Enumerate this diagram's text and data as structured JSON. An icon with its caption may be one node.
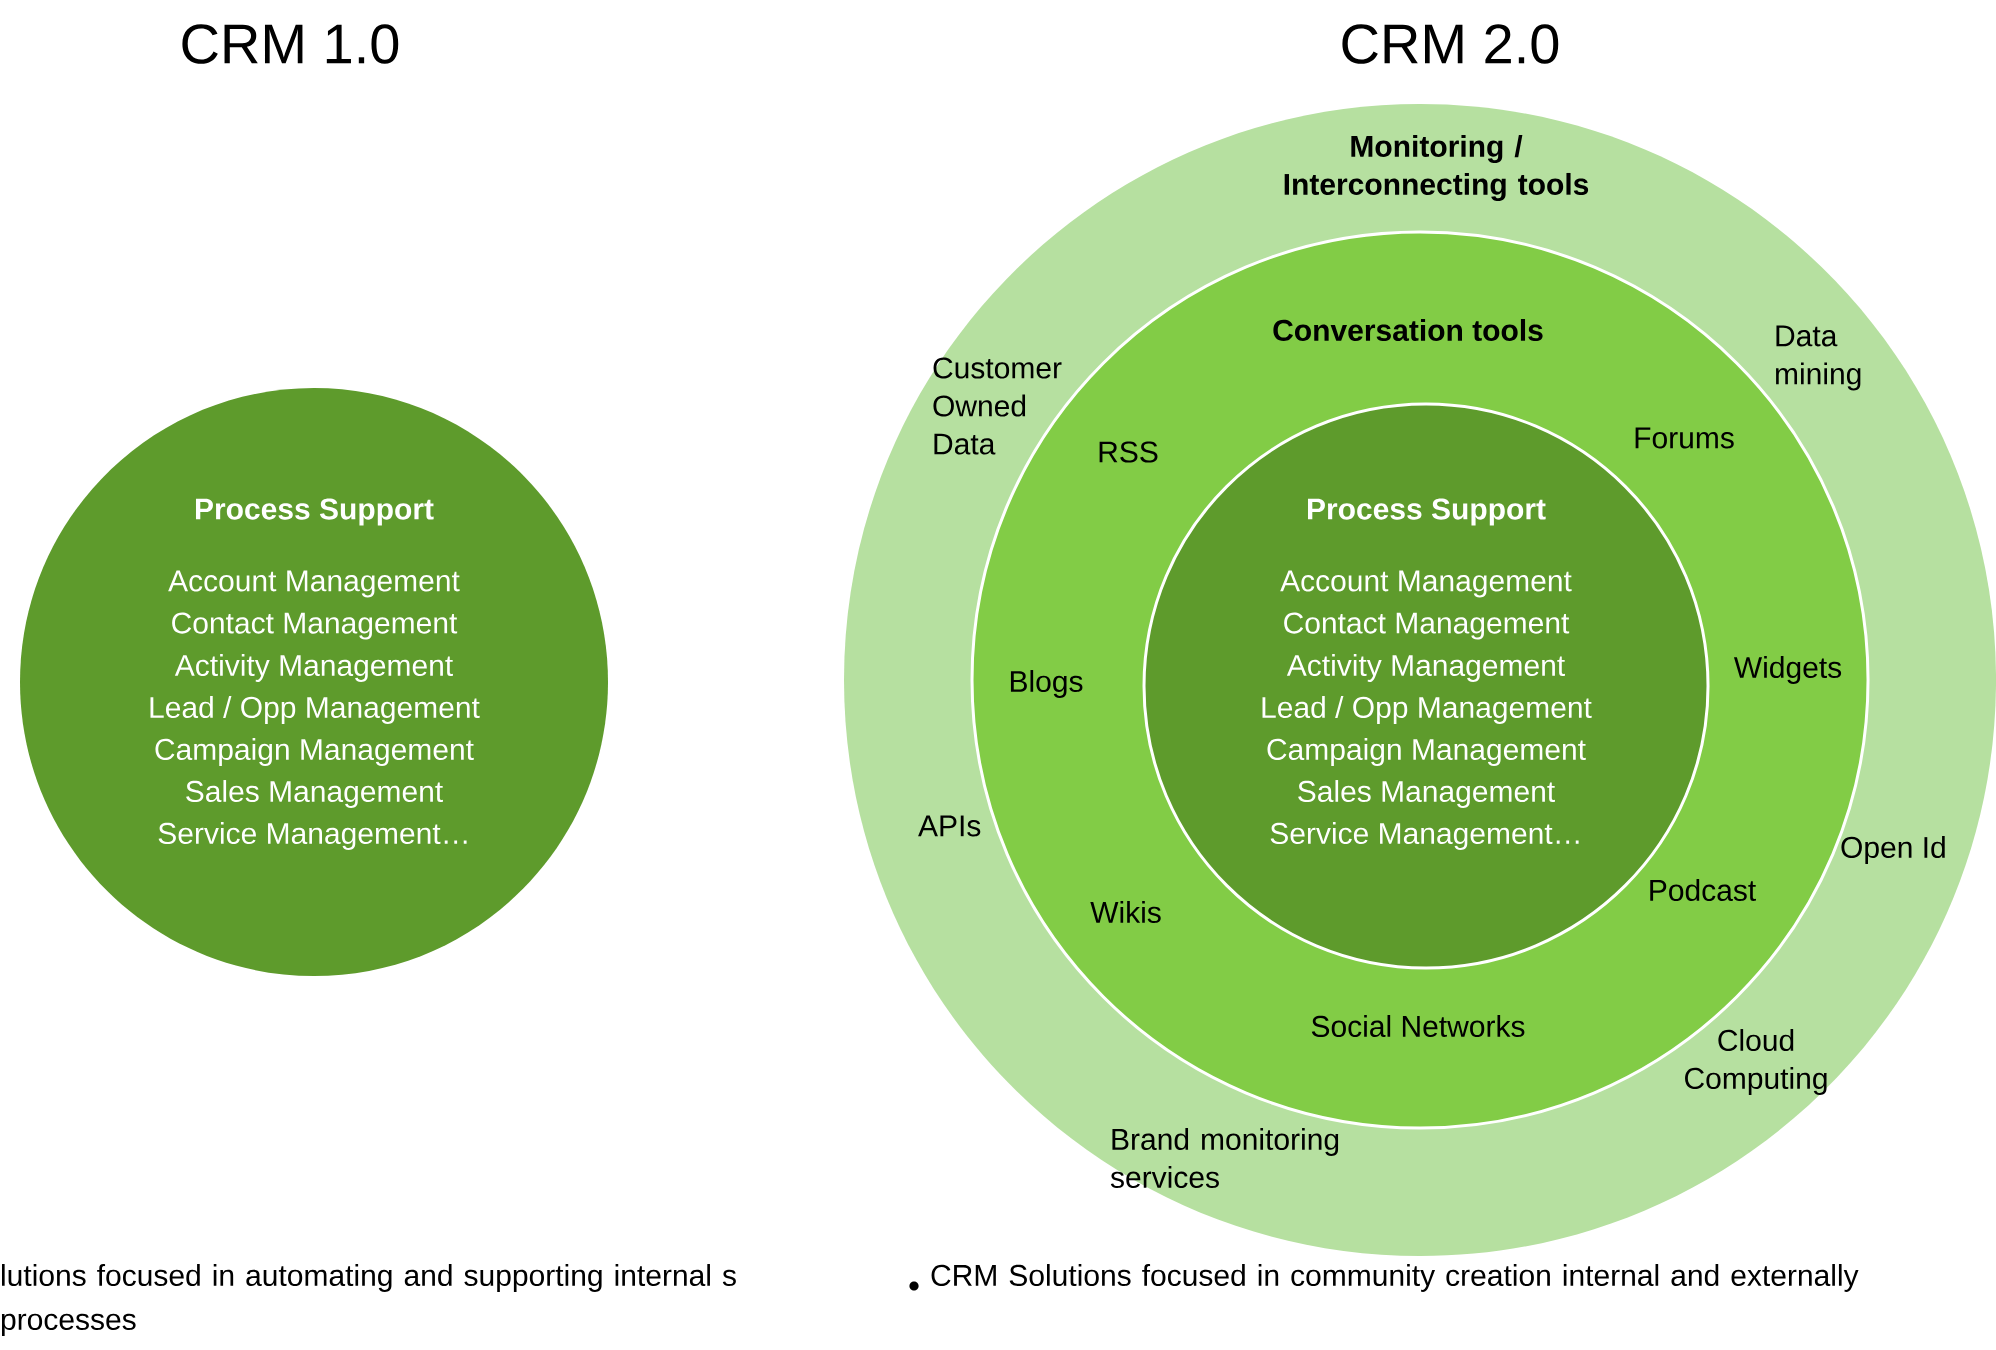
{
  "diagram": {
    "nodes": [
      {
        "text": [
          "Process Support",
          "Account Management",
          "Contact Management",
          "Activity Management",
          "Lead / Opp Management",
          "Campaign Management",
          "Sales Management",
          "Service Management…"
        ]
      },
      {
        "text": [
          "Monitoring / Interconnecting tools",
          "Customer Owned Data",
          "Data mining",
          "APIs",
          "Open Id",
          "Cloud Computing",
          "Brand monitoring services"
        ]
      },
      {
        "text": [
          "Conversation tools",
          "RSS",
          "Forums",
          "Blogs",
          "Widgets",
          "Wikis",
          "Podcast",
          "Social Networks"
        ],
        "in": 1
      },
      {
        "text": [
          "Process Support",
          "Account Management",
          "Contact Management",
          "Activity Management",
          "Lead / Opp Management",
          "Campaign Management",
          "Sales Management",
          "Service Management…"
        ],
        "in": 2
      }
    ],
    "edges": [],
    "labels": [
      "CRM 1.0",
      "CRM 2.0",
      "lutions focused in automating and supporting internal s processes",
      "CRM Solutions focused in community creation internal and externally"
    ]
  }
}
